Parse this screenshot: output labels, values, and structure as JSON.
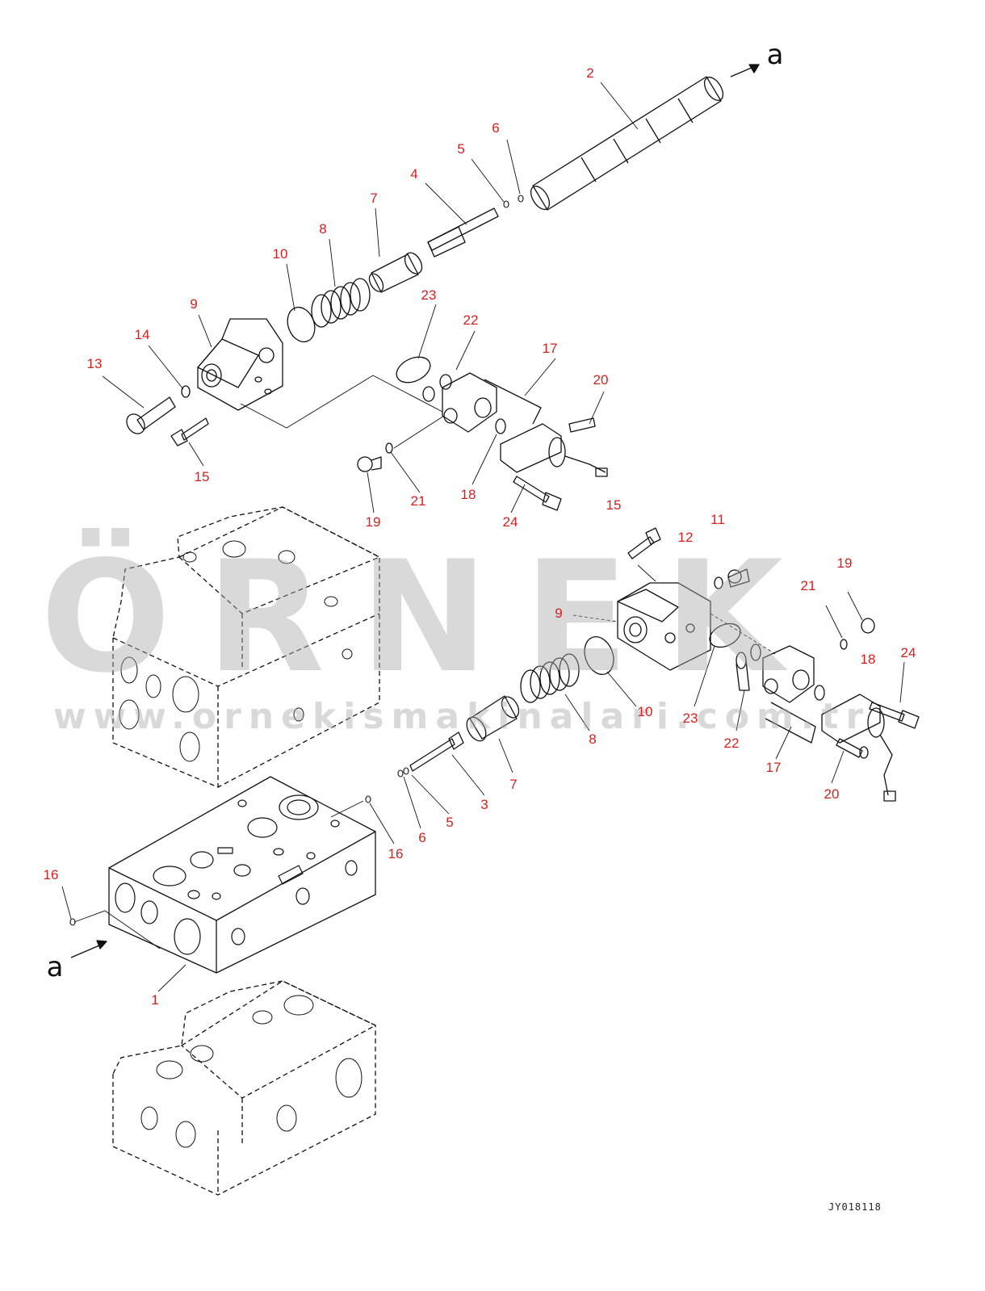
{
  "drawing_code": "JY018118",
  "watermark": {
    "brand": "ÖRNEK",
    "url": "www.ornekismakinalari.com.tr",
    "accent": "#f5d98a"
  },
  "label_color": "#d8201f",
  "arrow_label": "a",
  "labels": {
    "l2": "2",
    "l6a": "6",
    "l5a": "5",
    "l4": "4",
    "l7a": "7",
    "l8a": "8",
    "l10a": "10",
    "l9a": "9",
    "l14": "14",
    "l13": "13",
    "l15a": "15",
    "l23a": "23",
    "l22a": "22",
    "l17a": "17",
    "l20a": "20",
    "l21a": "21",
    "l19a": "19",
    "l18a": "18",
    "l24a": "24",
    "l15b": "15",
    "l12": "12",
    "l11": "11",
    "l19b": "19",
    "l21b": "21",
    "l9b": "9",
    "l18b": "18",
    "l24b": "24",
    "l10b": "10",
    "l23b": "23",
    "l22b": "22",
    "l8b": "8",
    "l7b": "7",
    "l17b": "17",
    "l20b": "20",
    "l3": "3",
    "l5b": "5",
    "l6b": "6",
    "l16a": "16",
    "l16b": "16",
    "l1": "1"
  }
}
